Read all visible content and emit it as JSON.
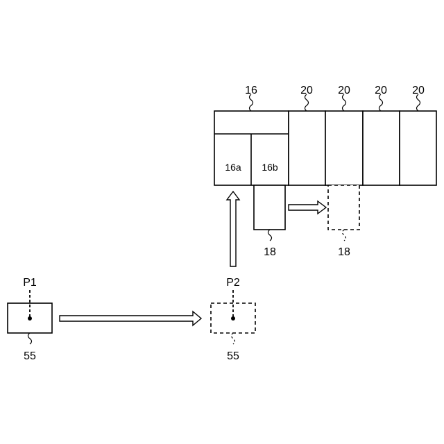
{
  "labels": {
    "unit_16": "16",
    "unit_20": "20",
    "section_16a": "16a",
    "section_16b": "16b",
    "part_18": "18",
    "point_p1": "P1",
    "point_p2": "P2",
    "part_55": "55"
  }
}
